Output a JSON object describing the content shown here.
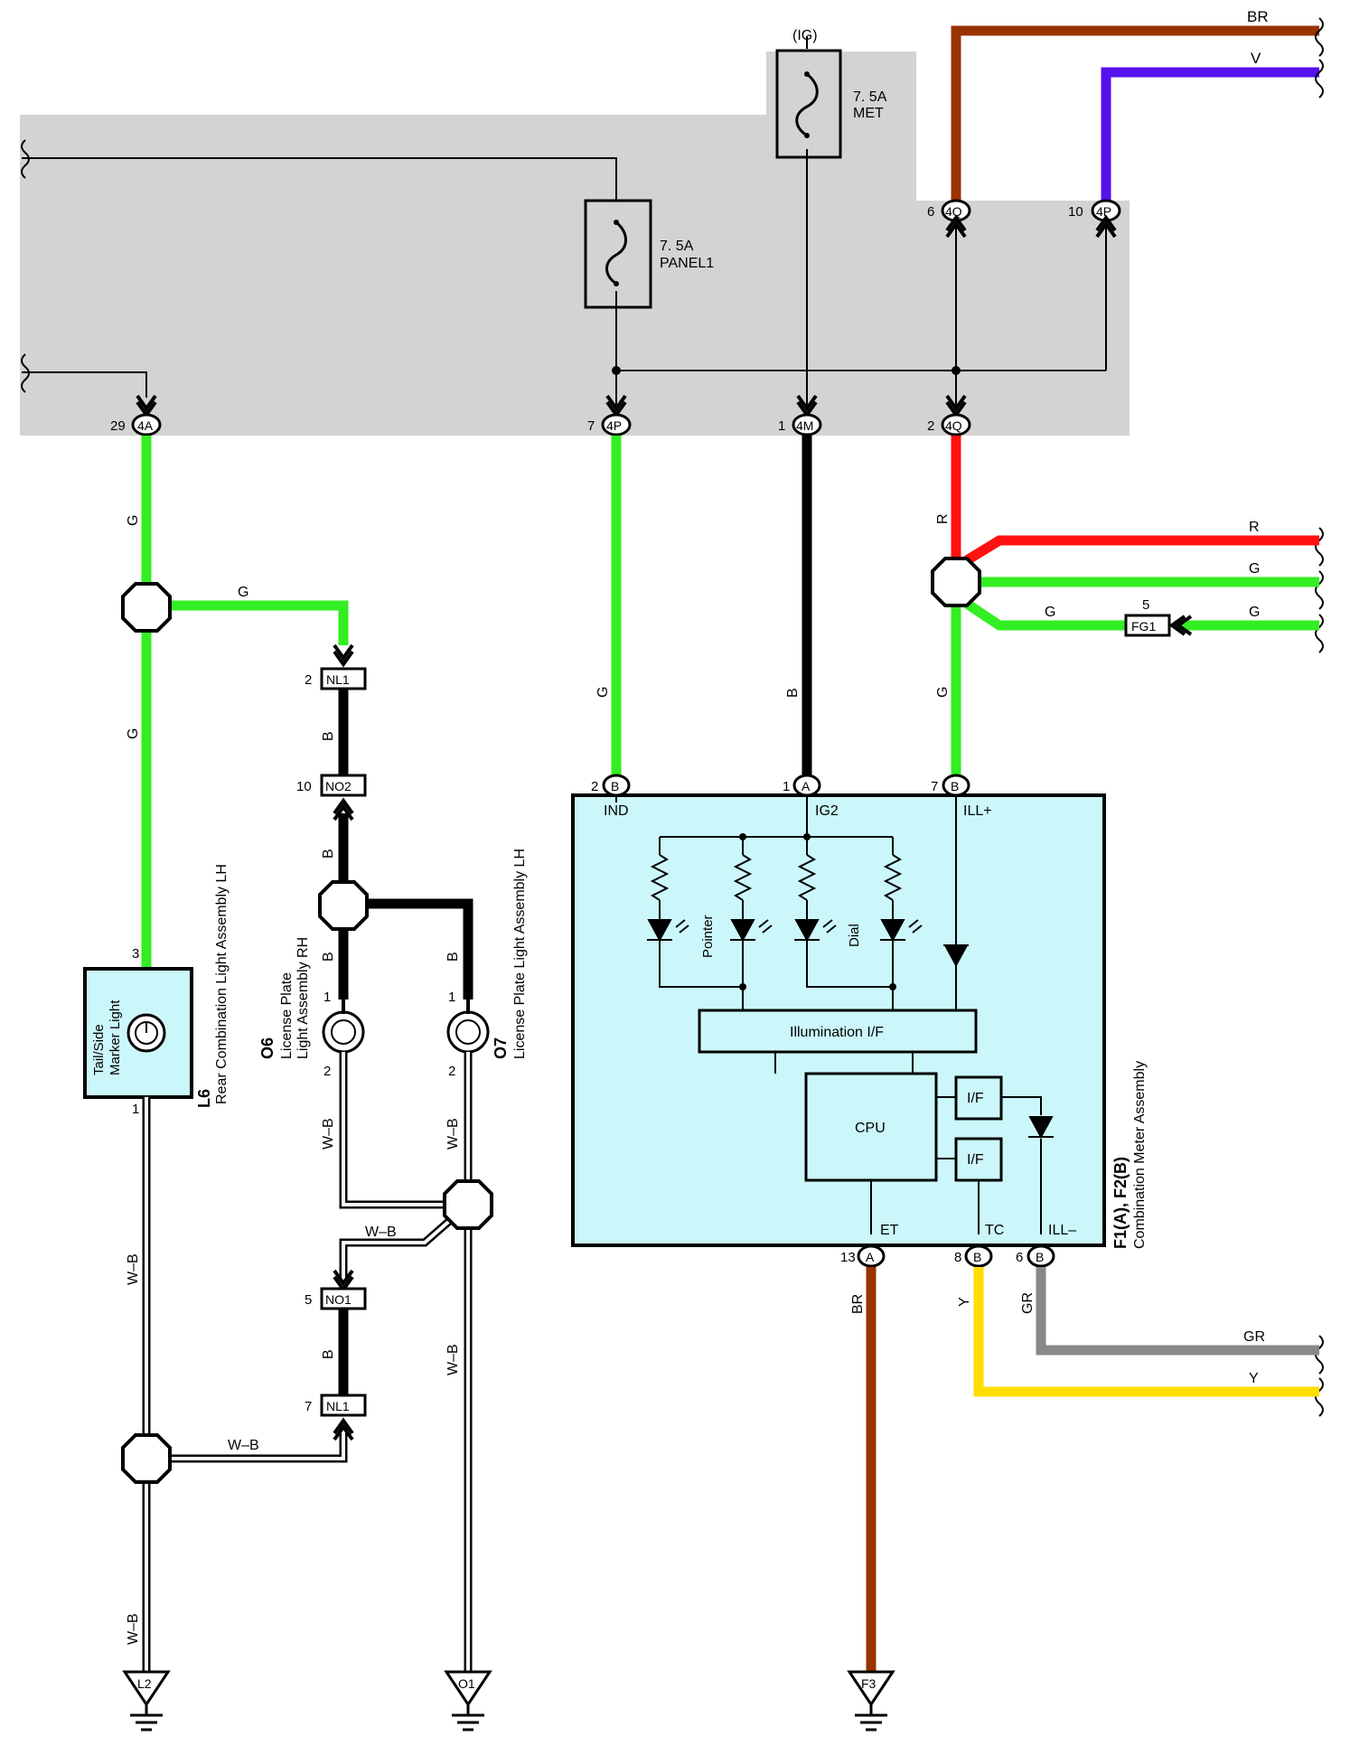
{
  "colors": {
    "junction_block_bg": "#d3d3d3",
    "component_bg": "#ccf7fa",
    "wire_green": "#33ee22",
    "wire_black": "#000000",
    "wire_red": "#ff1111",
    "wire_brown": "#993300",
    "wire_violet": "#5511ee",
    "wire_yellow": "#ffdd00",
    "wire_gray": "#888888",
    "wire_white_black": "#ffffff"
  },
  "fuses": {
    "met": {
      "rating": "7. 5A",
      "name": "MET",
      "source": "(IG)"
    },
    "panel": {
      "rating": "7. 5A",
      "name": "PANEL1"
    }
  },
  "connectors": {
    "c4a": {
      "pin": "29",
      "id": "4A"
    },
    "c4p_bottom": {
      "pin": "7",
      "id": "4P"
    },
    "c4m": {
      "pin": "1",
      "id": "4M"
    },
    "c4q_bottom": {
      "pin": "2",
      "id": "4Q"
    },
    "c4q_top": {
      "pin": "6",
      "id": "4Q"
    },
    "c4p_top": {
      "pin": "10",
      "id": "4P"
    },
    "nl1_top": {
      "pin": "2",
      "id": "NL1"
    },
    "no2": {
      "pin": "10",
      "id": "NO2"
    },
    "no1": {
      "pin": "5",
      "id": "NO1"
    },
    "nl1_bottom": {
      "pin": "7",
      "id": "NL1"
    },
    "fg1": {
      "pin": "5",
      "id": "FG1"
    },
    "meter_ind": {
      "pin": "2",
      "id": "B",
      "terminal": "IND"
    },
    "meter_ig2": {
      "pin": "1",
      "id": "A",
      "terminal": "IG2"
    },
    "meter_ill_plus": {
      "pin": "7",
      "id": "B",
      "terminal": "ILL+"
    },
    "meter_et": {
      "pin": "13",
      "id": "A",
      "terminal": "ET"
    },
    "meter_tc": {
      "pin": "8",
      "id": "B",
      "terminal": "TC"
    },
    "meter_ill_minus": {
      "pin": "6",
      "id": "B",
      "terminal": "ILL–"
    }
  },
  "wire_labels": {
    "br_top": "BR",
    "v_top": "V",
    "g_4a": "G",
    "g_branch": "G",
    "g_l6": "G",
    "g_4p": "G",
    "b_4m": "B",
    "r_4q": "R",
    "r_right": "R",
    "g_right_1": "G",
    "g_fg1_left": "G",
    "g_fg1_right": "G",
    "g_ill": "G",
    "b_nl1": "B",
    "b_no2": "B",
    "b_o6": "B",
    "b_o7": "B",
    "wb_o6": "W–B",
    "wb_o7": "W–B",
    "wb_splice": "W–B",
    "b_no1": "B",
    "wb_o7_down": "W–B",
    "wb_l6": "W–B",
    "wb_l6_nl1": "W–B",
    "wb_l2": "W–B",
    "br_et": "BR",
    "y_tc": "Y",
    "gr_ill": "GR",
    "gr_right": "GR",
    "y_right": "Y"
  },
  "components": {
    "l6": {
      "code": "L6",
      "name": "Rear Combination Light Assembly LH",
      "bulb_line1": "Tail/Side",
      "bulb_line2": "Marker Light",
      "pin_top": "3",
      "pin_bottom": "1"
    },
    "o6": {
      "code": "O6",
      "name_line1": "License Plate",
      "name_line2": "Light Assembly RH",
      "pin_top": "1",
      "pin_bottom": "2"
    },
    "o7": {
      "code": "O7",
      "name": "License Plate Light Assembly LH",
      "pin_top": "1",
      "pin_bottom": "2"
    },
    "meter": {
      "code": "F1(A), F2(B)",
      "name": "Combination Meter Assembly",
      "pointer": "Pointer",
      "dial": "Dial",
      "illumination": "Illumination I/F",
      "cpu": "CPU",
      "if1": "I/F",
      "if2": "I/F"
    }
  },
  "grounds": {
    "l2": "L2",
    "o1": "O1",
    "f3": "F3"
  }
}
